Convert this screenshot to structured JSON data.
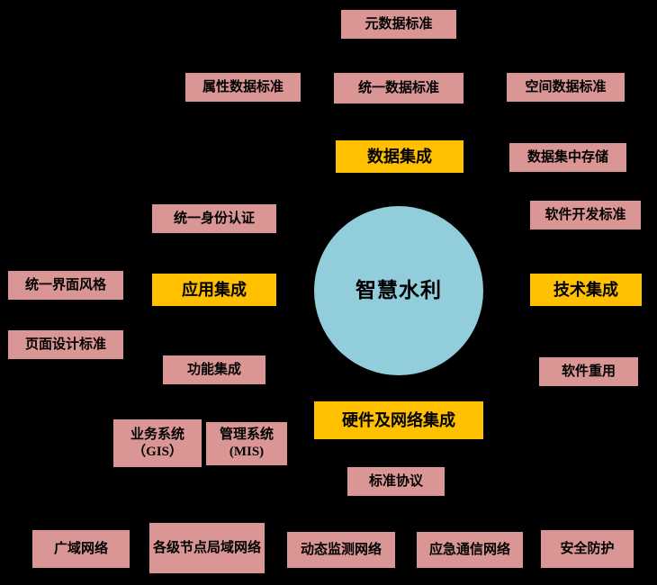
{
  "diagram": {
    "center_label": "智慧水利",
    "colors": {
      "background": "#000000",
      "sub_node": "#d99694",
      "category_node": "#ffc000",
      "center_node": "#92cddc",
      "text": "#000000"
    },
    "nodes": {
      "metadata_standard": "元数据标准",
      "attribute_data_standard": "属性数据标准",
      "unified_data_standard": "统一数据标准",
      "spatial_data_standard": "空间数据标准",
      "data_integration": "数据集成",
      "data_central_storage": "数据集中存储",
      "software_dev_standard": "软件开发标准",
      "unified_identity_auth": "统一身份认证",
      "unified_ui_style": "统一界面风格",
      "app_integration": "应用集成",
      "tech_integration": "技术集成",
      "page_design_standard": "页面设计标准",
      "function_integration": "功能集成",
      "software_reuse": "软件重用",
      "hardware_network_integration": "硬件及网络集成",
      "business_system_gis": "业务系统（GIS）",
      "management_system_mis": "管理系统(MIS)",
      "standard_protocol": "标准协议",
      "wan_network": "广域网络",
      "node_lan_network": "各级节点局域网络",
      "dynamic_monitoring_network": "动态监测网络",
      "emergency_comm_network": "应急通信网络",
      "security_protection": "安全防护"
    }
  }
}
